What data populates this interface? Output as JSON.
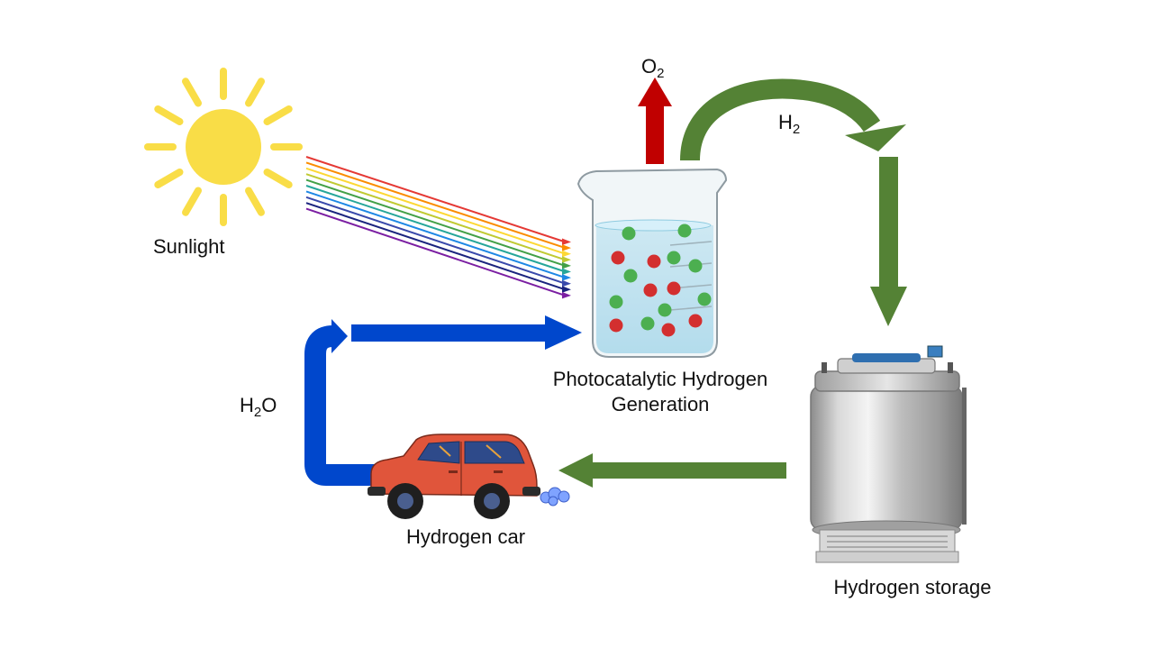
{
  "labels": {
    "sunlight": "Sunlight",
    "photocatalytic_line1": "Photocatalytic Hydrogen",
    "photocatalytic_line2": "Generation",
    "hydrogen_storage": "Hydrogen storage",
    "hydrogen_car": "Hydrogen car"
  },
  "chemicals": {
    "oxygen": {
      "symbol": "O",
      "subscript": "2"
    },
    "hydrogen": {
      "symbol": "H",
      "subscript": "2"
    },
    "water": {
      "symbol_h": "H",
      "subscript": "2",
      "symbol_o": "O"
    }
  },
  "colors": {
    "sun": "#F9DD47",
    "oxygen_arrow": "#C00000",
    "hydrogen_arrow": "#548235",
    "water_arrow": "#0047CC",
    "car_body": "#E0553B",
    "water_in_beaker": "#A9DDF0",
    "green_particle": "#4CAF50",
    "red_particle": "#D32F2F",
    "spectrum": [
      "#E53935",
      "#FB8C00",
      "#FDD835",
      "#C0CA33",
      "#43A047",
      "#26A69A",
      "#1E88E5",
      "#3949AB",
      "#1A237E",
      "#7B1FA2"
    ]
  },
  "icons": [
    "sun-icon",
    "beaker-icon",
    "storage-tank-icon",
    "car-icon",
    "exhaust-cloud-icon"
  ]
}
